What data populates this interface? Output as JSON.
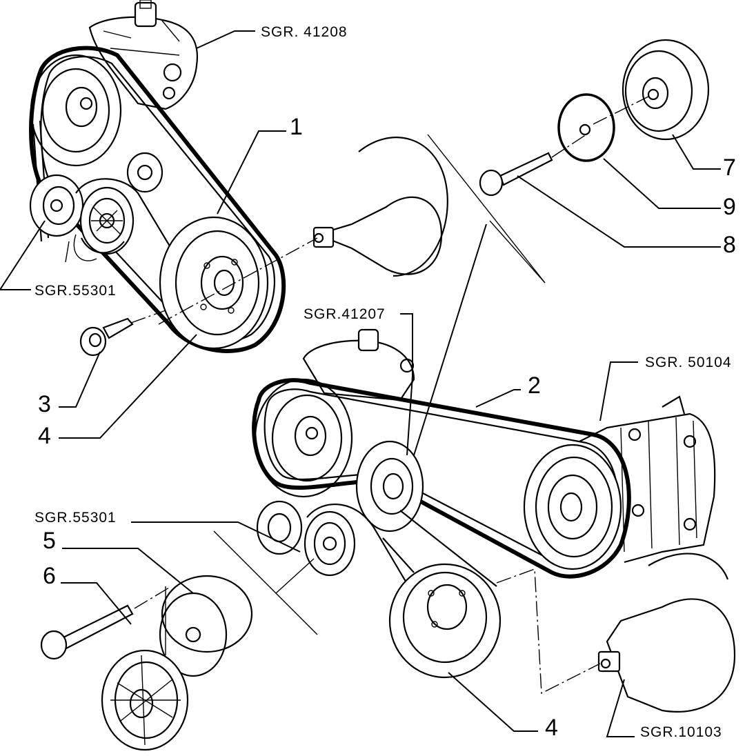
{
  "labels": {
    "n1": "1",
    "n2": "2",
    "n3": "3",
    "n4a": "4",
    "n4b": "4",
    "n5": "5",
    "n6": "6",
    "n7": "7",
    "n8": "8",
    "n9": "9"
  },
  "refs": {
    "r41208": "SGR. 41208",
    "r55301a": "SGR.55301",
    "r41207": "SGR.41207",
    "r50104": "SGR. 50104",
    "r55301b": "SGR.55301",
    "r10103": "SGR.10103"
  }
}
